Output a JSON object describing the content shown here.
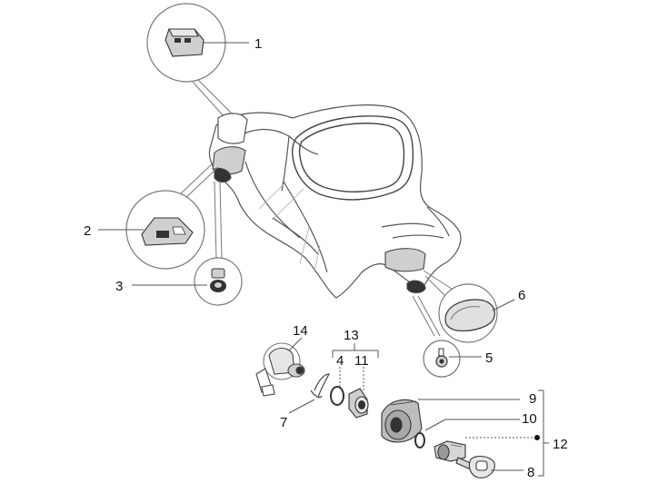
{
  "diagram": {
    "callouts": {
      "c1": "1",
      "c2": "2",
      "c3": "3",
      "c4": "4",
      "c5": "5",
      "c6": "6",
      "c7": "7",
      "c8": "8",
      "c9": "9",
      "c10": "10",
      "c11": "11",
      "c12": "12",
      "c13": "13",
      "c14": "14"
    },
    "colors": {
      "line": "#555555",
      "shade": "#cfcfcf",
      "dark": "#333333"
    }
  }
}
